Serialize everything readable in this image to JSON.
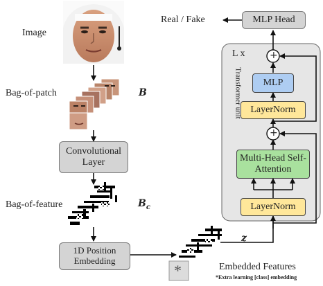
{
  "left_column": {
    "image_label": "Image",
    "bag_of_patch_label": "Bag-of-patch",
    "bag_of_patch_symbol": "B",
    "conv_layer_label": "Convolutional Layer",
    "bag_of_feature_label": "Bag-of-feature",
    "bag_of_feature_symbol": "B",
    "bag_of_feature_subscript": "c",
    "position_embedding_label": "1D Position Embedding"
  },
  "bottom": {
    "z_symbol": "z",
    "embedded_features_label": "Embedded Features",
    "footnote": "*Extra learning [class] embedding",
    "class_token_glyph": "*"
  },
  "transformer": {
    "repeat_label": "L x",
    "unit_label": "Transformer unit",
    "layernorm_bottom": "LayerNorm",
    "attention_label": "Multi-Head Self-Attention",
    "layernorm_top": "LayerNorm",
    "mlp_label": "MLP",
    "add_symbol": "+"
  },
  "head": {
    "mlp_head_label": "MLP Head",
    "output_label": "Real / Fake"
  },
  "colors": {
    "gray_box": "#d4d4d4",
    "transformer_bg": "#e6e6e6",
    "layernorm": "#ffe79a",
    "mlp": "#aecdf2",
    "attention": "#a9e19e"
  },
  "icons": {
    "face_image": "face-photo",
    "patch_stack": "stacked-face-patches",
    "feature_stack": "sparse-feature-maps",
    "embedded_stack": "embedded-feature-maps"
  }
}
